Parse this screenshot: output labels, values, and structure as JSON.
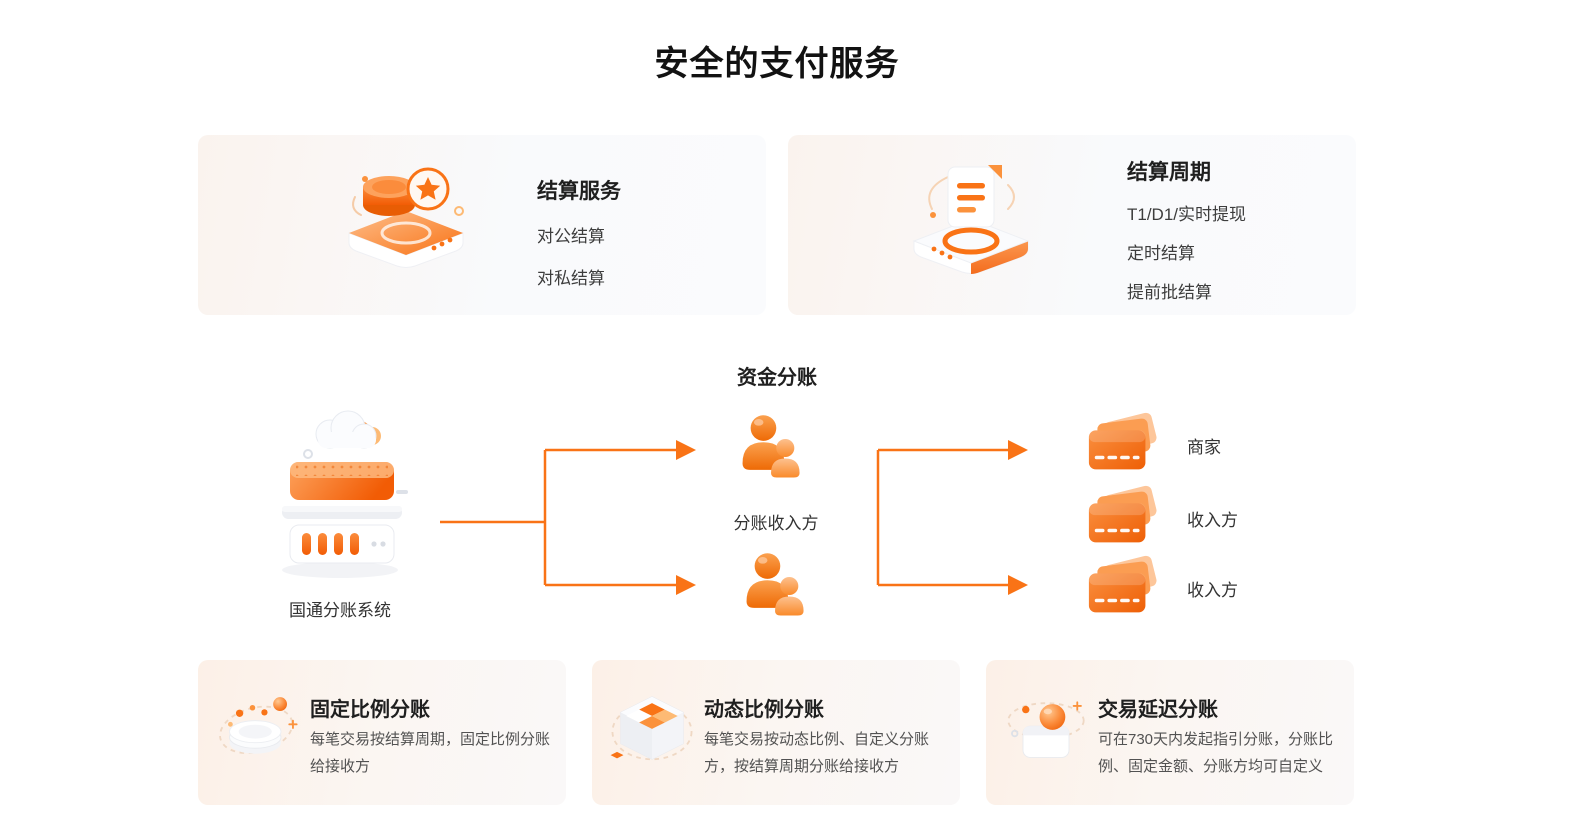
{
  "page": {
    "title": "安全的支付服务"
  },
  "top_cards": [
    {
      "icon": "coins-star-platform-icon",
      "title": "结算服务",
      "items": [
        "对公结算",
        "对私结算"
      ]
    },
    {
      "icon": "document-platform-icon",
      "title": "结算周期",
      "items": [
        "T1/D1/实时提现",
        "定时结算",
        "提前批结算"
      ]
    }
  ],
  "flow": {
    "title": "资金分账",
    "source": {
      "icon": "server-cloud-icon",
      "label": "国通分账系统"
    },
    "middle": {
      "icon": "people-icon",
      "label": "分账收入方"
    },
    "targets": [
      {
        "icon": "bank-cards-icon",
        "label": "商家"
      },
      {
        "icon": "bank-cards-icon",
        "label": "收入方"
      },
      {
        "icon": "bank-cards-icon",
        "label": "收入方"
      }
    ]
  },
  "bottom_cards": [
    {
      "icon": "fixed-ratio-icon",
      "title": "固定比例分账",
      "desc": "每笔交易按结算周期，固定比例分账给接收方"
    },
    {
      "icon": "dynamic-ratio-icon",
      "title": "动态比例分账",
      "desc": "每笔交易按动态比例、自定义分账方，按结算周期分账给接收方"
    },
    {
      "icon": "delayed-share-icon",
      "title": "交易延迟分账",
      "desc": "可在730天内发起指引分账，分账比例、固定金额、分账方均可自定义"
    }
  ],
  "colors": {
    "accent": "#F97316",
    "arrow": "#F97316",
    "warm_card_bg": "#FBF3EC",
    "text_dark": "#1F1F1F",
    "text_body": "#4B4B4B"
  }
}
